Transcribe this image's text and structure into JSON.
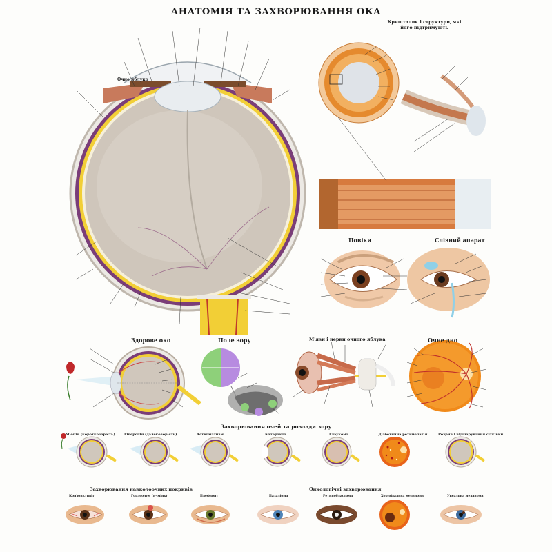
{
  "title": "АНАТОМІЯ ТА ЗАХВОРЮВАННЯ ОКА",
  "sections": {
    "eyelids": "Повіки",
    "lacrimal": "Слізний апарат",
    "healthy_eye": "Здорове око",
    "visual_field": "Поле зору",
    "muscles_nerves": "М'язи і нерви очного яблука",
    "fundus": "Очне дно",
    "diseases": "Захворювання очей та розлади зору",
    "lid_diseases": "Захворювання навколоочних покривів",
    "oncology": "Онкологічні захворювання",
    "crystalline": "Кришталик і структури, які його підтримують"
  },
  "main_eye": {
    "top_label": "Очне яблуко"
  },
  "diseases": [
    {
      "name": "Міопія (короткозорість)"
    },
    {
      "name": "Гіперопія (далекозорість)"
    },
    {
      "name": "Астигматизм"
    },
    {
      "name": "Катаракта"
    },
    {
      "name": "Глаукома"
    },
    {
      "name": "Діабетична ретинопатія"
    },
    {
      "name": "Розрив і відшарування сітківки"
    }
  ],
  "lid_diseases": [
    {
      "name": "Кон'юнктивіт"
    },
    {
      "name": "Гордеолум (ячмінь)"
    },
    {
      "name": "Блефарит"
    },
    {
      "name": "Базаліома"
    },
    {
      "name": "Ретинобластома"
    },
    {
      "name": "Хоріоїдальна меланома"
    },
    {
      "name": "Увеальна меланома"
    }
  ],
  "colors": {
    "sclera": "#f2f0ec",
    "choroid": "#6b2f6b",
    "retina": "#f3d23b",
    "vitreous": "#c9c2b8",
    "iris": "#e08a2c",
    "muscle": "#c76a4a",
    "fundus": "#f08a1a",
    "field_green": "#8ed07a",
    "field_purple": "#b78be0"
  }
}
